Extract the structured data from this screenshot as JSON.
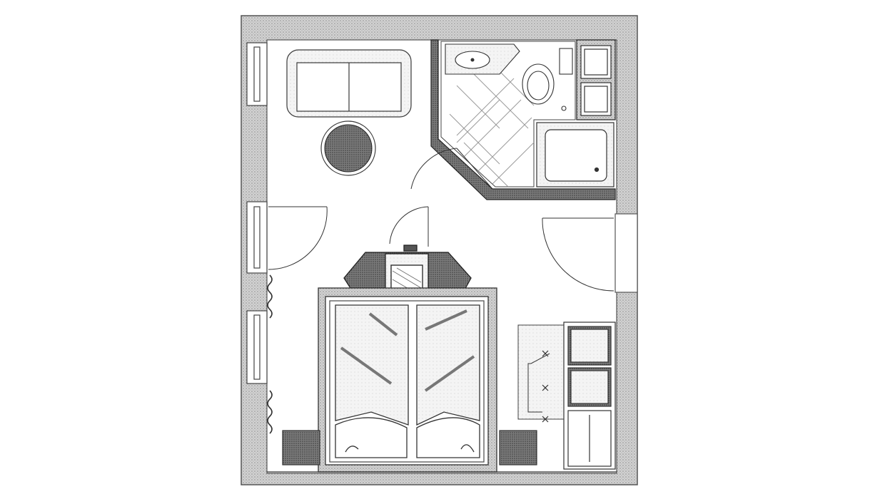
{
  "plan": {
    "rooms": [
      "living-area",
      "bathroom",
      "bedroom-area",
      "wardrobe"
    ],
    "furniture": [
      "sofa",
      "round-table",
      "vanity-sink",
      "toilet",
      "shower-tray",
      "tv-cabinet",
      "double-bed",
      "nightstand-left",
      "nightstand-right",
      "desk",
      "wardrobe-cabinets"
    ],
    "colors": {
      "wall_fill": "#cfcfcf",
      "wall_dark": "#8a8a8a",
      "line": "#3a3a3a",
      "floor": "#ffffff",
      "bath_tile": "#9a9a9a"
    },
    "labels": []
  }
}
